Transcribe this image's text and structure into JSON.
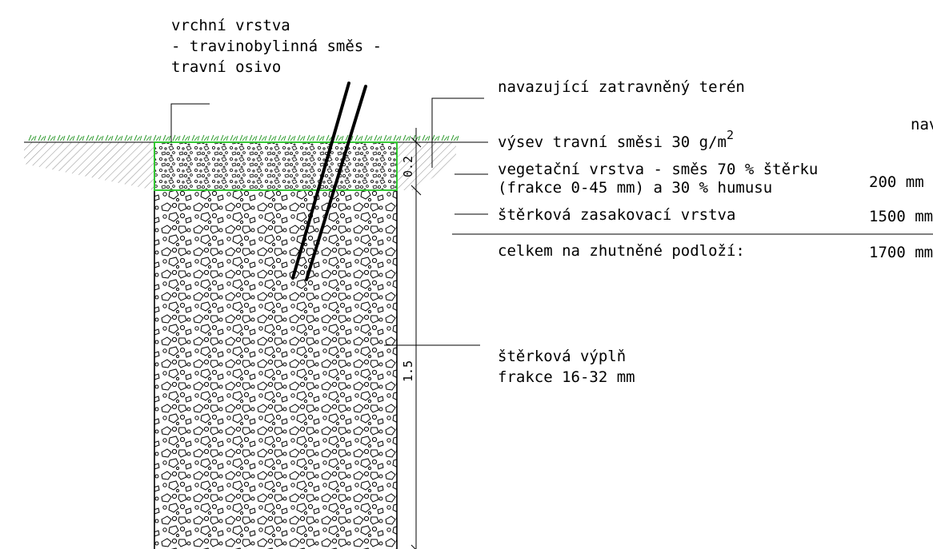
{
  "top_label": {
    "line1": "vrchní vrstva",
    "line2": "- travinobylinná směs -",
    "line3": "travní osivo"
  },
  "terrain_label": "navazující zatravněný terén",
  "cropped_right_label": "nav",
  "layer_table": {
    "rows": [
      {
        "text": "výsev travní směsi 30 g/m",
        "superscript": "2",
        "value": ""
      },
      {
        "text_line1": "vegetační vrstva - směs 70 % štěrku",
        "text_line2": "(frakce 0-45 mm) a 30 % humusu",
        "value": "200 mm"
      },
      {
        "text": "štěrková zasakovací vrstva",
        "value": "1500 mm"
      }
    ],
    "total": {
      "text": "celkem na zhutněné podloží:",
      "value": "1700 mm"
    }
  },
  "fill_label": {
    "line1": "štěrková výplň",
    "line2": "frakce 16-32 mm"
  },
  "dimensions": {
    "top_layer": "0.2",
    "gravel_layer": "1.5"
  },
  "colors": {
    "line": "#000000",
    "grass": "#2e9a2e",
    "vegetation_border": "#34c834",
    "hatch": "#8c8c8c"
  }
}
